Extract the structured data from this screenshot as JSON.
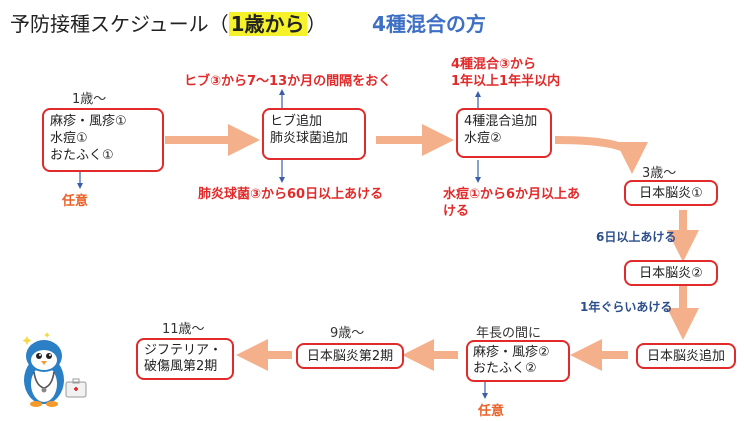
{
  "title": {
    "prefix": "予防接種スケジュール（",
    "highlight": "1歳から",
    "suffix": "）",
    "subtitle": "4種混合の方"
  },
  "steps": {
    "age_1": "1歳〜",
    "box1": [
      "麻疹・風疹①",
      "水痘①",
      "おたふく①"
    ],
    "box1_note": "任意",
    "box2": [
      "ヒブ追加",
      "肺炎球菌追加"
    ],
    "box2_top_note": "ヒブ③から7〜13か月の間隔をおく",
    "box2_bottom_note": "肺炎球菌③から60日以上あける",
    "box3": [
      "4種混合追加",
      "水痘②"
    ],
    "box3_top_note": [
      "4種混合③から",
      "1年以上1年半以内"
    ],
    "box3_bottom_note": [
      "水痘①から6か月以上あ",
      "ける"
    ],
    "age_3": "3歳〜",
    "box4": "日本脳炎①",
    "gap_6days": "6日以上あける",
    "box5": "日本脳炎②",
    "gap_1year": "1年ぐらいあける",
    "box6": "日本脳炎追加",
    "age_kindergarten": "年長の間に",
    "box7": [
      "麻疹・風疹②",
      "おたふく②"
    ],
    "box7_note": "任意",
    "age_9": "9歳〜",
    "box8": "日本脳炎第2期",
    "age_11": "11歳〜",
    "box9": [
      "ジフテリア・",
      "破傷風第2期"
    ]
  },
  "colors": {
    "arrow": "#f4b08a",
    "box_border": "#e12a2a",
    "accent_blue": "#3d6fc4",
    "highlight": "#f6f22a"
  },
  "icons": {
    "mascot": "penguin-doctor-mascot"
  }
}
